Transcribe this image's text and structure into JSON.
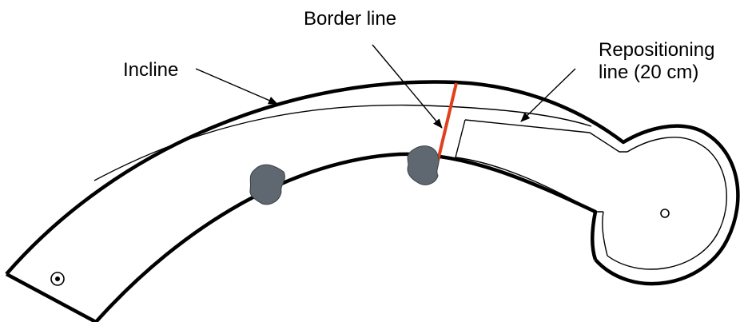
{
  "diagram": {
    "labels": {
      "border_line": "Border line",
      "incline": "Incline",
      "repositioning_line_1": "Repositioning",
      "repositioning_line_2": "line (20 cm)"
    },
    "colors": {
      "track_outline": "#000000",
      "border_line": "#e0401c",
      "obstacle_fill": "#5f6770",
      "background": "#ffffff"
    },
    "icons": {
      "start_marker": "dot-in-circle",
      "goal_marker": "small-circle",
      "obstacles": "irregular-blob"
    }
  }
}
